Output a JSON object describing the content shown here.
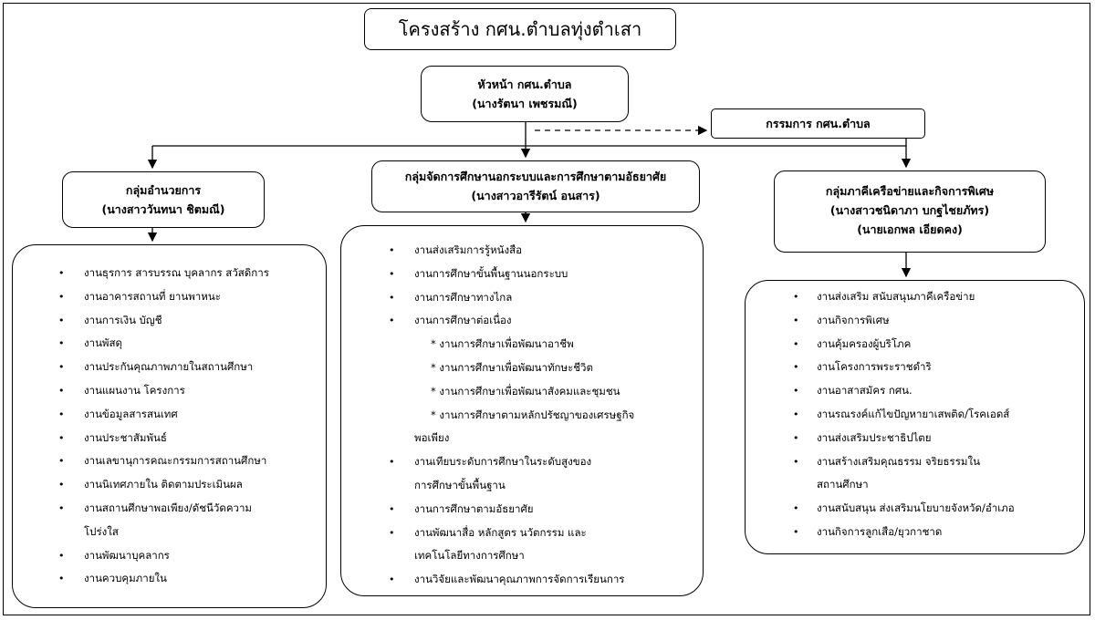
{
  "title": "โครงสร้าง กศน.ตำบลทุ่งตำเสา",
  "head": {
    "line1": "หัวหน้า กศน.ตำบล",
    "line2": "(นางรัตนา เพชรมณี)"
  },
  "committee": "กรรมการ กศน.ตำบล",
  "groups": [
    {
      "title": "กลุ่มอำนวยการ",
      "person": "(นางสาววันทนา ชิตมณี)",
      "items": [
        {
          "text": "งานธุรการ สารบรรณ บุคลากร สวัสดิการ"
        },
        {
          "text": "งานอาคารสถานที่ ยานพาหนะ"
        },
        {
          "text": "งานการเงิน บัญชี"
        },
        {
          "text": "งานพัสดุ"
        },
        {
          "text": "งานประกันคุณภาพภายในสถานศึกษา"
        },
        {
          "text": "งานแผนงาน โครงการ"
        },
        {
          "text": "งานข้อมูลสารสนเทศ"
        },
        {
          "text": "งานประชาสัมพันธ์"
        },
        {
          "text": "งานเลขานุการคณะกรรมการสถานศึกษา"
        },
        {
          "text": "งานนิเทศภายใน ติดตามประเมินผล"
        },
        {
          "text": "งานสถานศึกษาพอเพียง/ดัชนีวัดความ",
          "cont": "โปร่งใส"
        },
        {
          "text": "งานพัฒนาบุคลากร"
        },
        {
          "text": "งานควบคุมภายใน"
        }
      ]
    },
    {
      "title": "กลุ่มจัดการศึกษานอกระบบและการศึกษาตามอัธยาศัย",
      "person": "(นางสาวอารีรัตน์ อนสาร)",
      "items": [
        {
          "text": "งานส่งเสริมการรู้หนังสือ"
        },
        {
          "text": "งานการศึกษาขั้นพื้นฐานนอกระบบ"
        },
        {
          "text": "งานการศึกษาทางไกล"
        },
        {
          "text": "งานการศึกษาต่อเนื่อง"
        }
      ],
      "subitems": [
        "* งานการศึกษาเพื่อพัฒนาอาชีพ",
        "* งานการศึกษาเพื่อพัฒนาทักษะชีวิต",
        "* งานการศึกษาเพื่อพัฒนาสังคมและชุมชน",
        "* งานการศึกษาตามหลักปรัชญาของเศรษฐกิจ"
      ],
      "subitem_cont": "พอเพียง",
      "items2": [
        {
          "text": "งานเทียบระดับการศึกษาในระดับสูงของ",
          "cont": "การศึกษาขั้นพื้นฐาน"
        },
        {
          "text": "งานการศึกษาตามอัธยาศัย"
        },
        {
          "text": "งานพัฒนาสื่อ หลักสูตร นวัตกรรม และ",
          "cont": "เทคโนโลยีทางการศึกษา"
        },
        {
          "text": "งานวิจัยและพัฒนาคุณภาพการจัดการเรียนการ"
        }
      ]
    },
    {
      "title": "กลุ่มภาคีเครือข่ายและกิจการพิเศษ",
      "person": "(นางสาวชนิดาภา บกฐไชยภัทร)",
      "person2": "(นายเอกพล เอียดคง)",
      "items": [
        {
          "text": "งานส่งเสริม สนับสนุนภาคีเครือข่าย"
        },
        {
          "text": "งานกิจการพิเศษ"
        },
        {
          "text": "งานคุ้มครองผู้บริโภค"
        },
        {
          "text": "งานโครงการพระราชดำริ"
        },
        {
          "text": "งานอาสาสมัคร กศน."
        },
        {
          "text": "งานรณรงค์แก้ไขปัญหายาเสพติด/โรคเอดส์"
        },
        {
          "text": "งานส่งเสริมประชาธิปไตย"
        },
        {
          "text": "งานสร้างเสริมคุณธรรม จริยธรรมใน",
          "cont": "สถานศึกษา"
        },
        {
          "text": "งานสนับสนุน ส่งเสริมนโยบายจังหวัด/อำเภอ"
        },
        {
          "text": "งานกิจการลูกเสือ/ยุวกาชาด"
        }
      ]
    }
  ],
  "bullet_glyph": "•"
}
